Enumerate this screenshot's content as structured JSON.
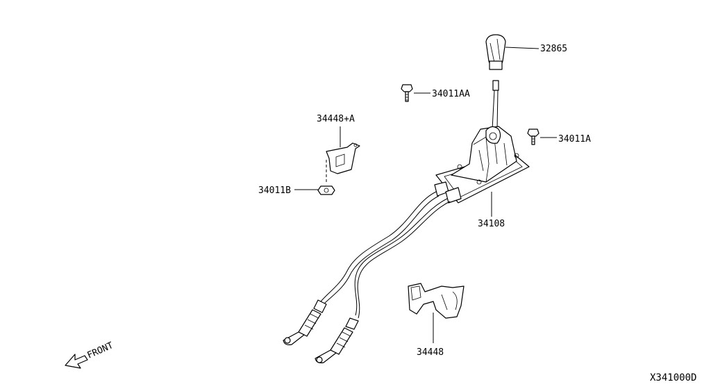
{
  "parts": {
    "knob": "32865",
    "bolt_top": "34011AA",
    "bolt_right": "34011A",
    "bracket_upper": "34448+A",
    "nut": "34011B",
    "control_device": "34108",
    "bracket_lower": "34448"
  },
  "direction_label": "FRONT",
  "diagram_code": "X341000D"
}
